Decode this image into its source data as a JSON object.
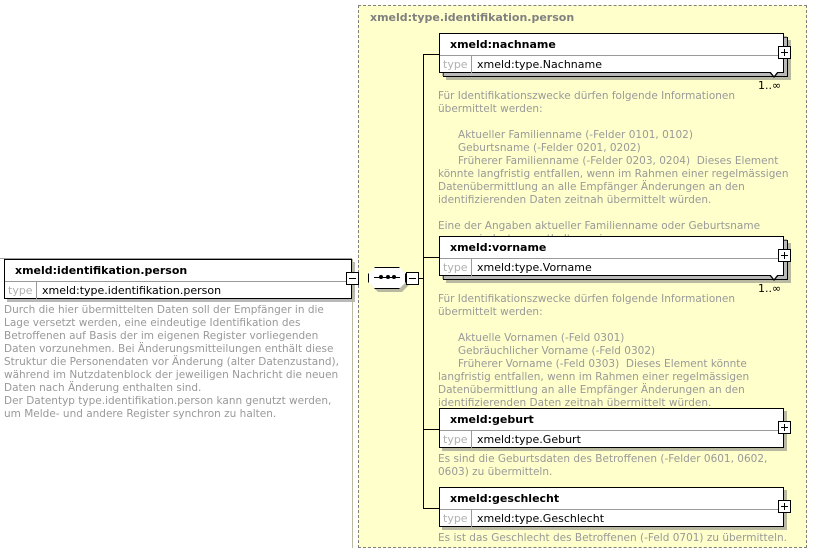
{
  "diagram": {
    "kind": "xml-schema-element-diagram",
    "colors": {
      "panel_background": "#ffffcc",
      "panel_border": "#808080",
      "box_background": "#ffffff",
      "box_border": "#000000",
      "documentation_text": "#999999",
      "type_label": "#b0b0b0"
    }
  },
  "root_element": {
    "name": "xmeld:identifikation.person",
    "type_label": "type",
    "type_value": "xmeld:type.identifikation.person",
    "toggle": "minus",
    "documentation": "Durch die hier übermittelten Daten soll der Empfänger in die Lage versetzt werden, eine eindeutige Identifikation des Betroffenen auf Basis der im eigenen Register vorliegenden Daten vorzunehmen. Bei Änderungsmitteilungen enthält diese Struktur die Personendaten vor Änderung (alter Datenzustand), während im Nutzdatenblock der jeweiligen Nachricht die neuen Daten nach Änderung enthalten sind.\nDer Datentyp type.identifikation.person kann genutzt werden, um Melde- und andere Register synchron zu halten."
  },
  "complex_type": {
    "title": "xmeld:type.identifikation.person",
    "compositor": "sequence"
  },
  "children": [
    {
      "name": "xmeld:nachname",
      "type_label": "type",
      "type_value": "xmeld:type.Nachname",
      "toggle": "plus",
      "repeatable": true,
      "cardinality": "1..∞",
      "documentation": "Für Identifikationszwecke dürfen folgende Informationen übermittelt werden:\n\n      Aktueller Familienname (-Felder 0101, 0102)\n      Geburtsname (-Felder 0201, 0202)\n      Früherer Familienname (-Felder 0203, 0204)  Dieses Element könnte langfristig entfallen, wenn im Rahmen einer regelmässigen Datenübermittlung an alle Empfänger Änderungen an den identifizierenden Daten zeitnah übermittelt würden.\n\nEine der Angaben aktueller Familienname oder Geburtsname muss mindestens enthalten sein."
    },
    {
      "name": "xmeld:vorname",
      "type_label": "type",
      "type_value": "xmeld:type.Vorname",
      "toggle": "plus",
      "repeatable": true,
      "cardinality": "1..∞",
      "documentation": "Für Identifikationszwecke dürfen folgende Informationen übermittelt werden:\n\n      Aktuelle Vornamen (-Feld 0301)\n      Gebräuchlicher Vorname (-Feld 0302)\n      Früherer Vorname (-Feld 0303)  Dieses Element könnte langfristig entfallen, wenn im Rahmen einer regelmässigen Datenübermittlung an alle Empfänger Änderungen an den identifizierenden Daten zeitnah übermittelt würden.\n\nEs muss zumindest einer der aktuellen Vornamen enthalten sein."
    },
    {
      "name": "xmeld:geburt",
      "type_label": "type",
      "type_value": "xmeld:type.Geburt",
      "toggle": "plus",
      "repeatable": false,
      "cardinality": "",
      "documentation": "Es sind die Geburtsdaten des Betroffenen (-Felder 0601, 0602, 0603) zu übermitteln."
    },
    {
      "name": "xmeld:geschlecht",
      "type_label": "type",
      "type_value": "xmeld:type.Geschlecht",
      "toggle": "plus",
      "repeatable": false,
      "cardinality": "",
      "documentation": "Es ist das Geschlecht des Betroffenen (-Feld 0701) zu übermitteln."
    }
  ]
}
